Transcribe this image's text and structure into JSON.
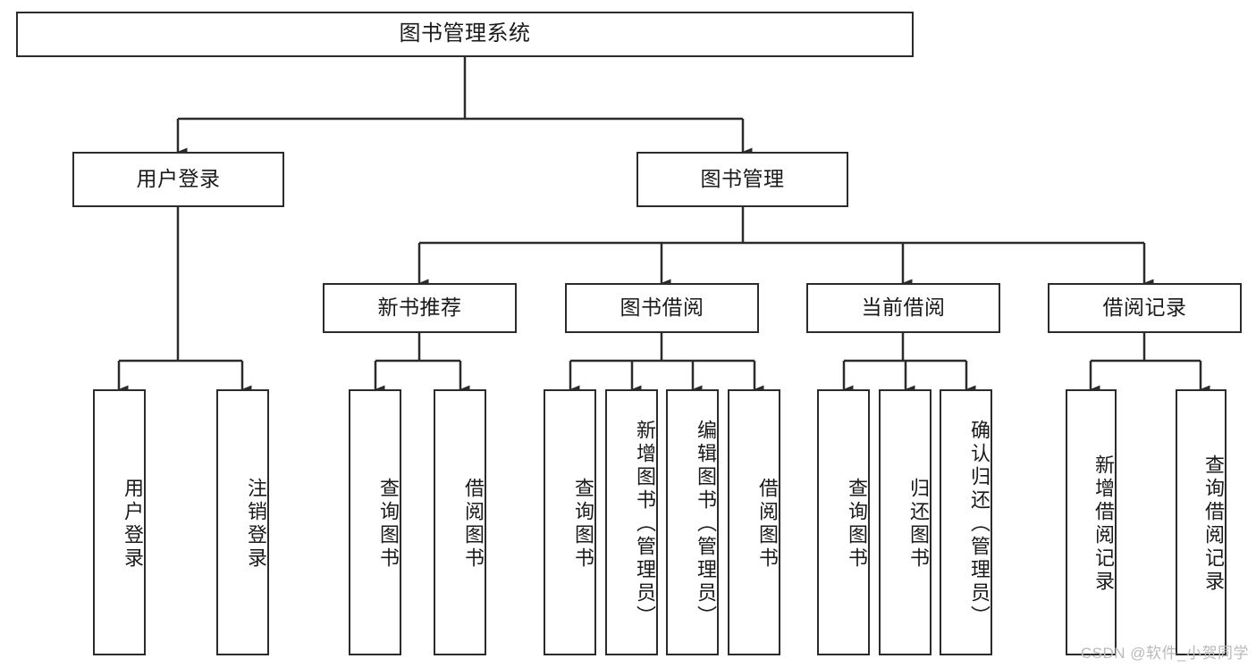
{
  "diagram": {
    "title": "图书管理系统",
    "type": "tree-hierarchy",
    "stroke_color": "#2b2b2b",
    "fill_color": "#ffffff",
    "text_color": "#1a1a1a"
  },
  "nodes": {
    "root": {
      "label": "图书管理系统",
      "level": 1,
      "orientation": "horizontal"
    },
    "l2": [
      {
        "label": "用户登录",
        "level": 2,
        "orientation": "horizontal"
      },
      {
        "label": "图书管理",
        "level": 2,
        "orientation": "horizontal"
      }
    ],
    "l3": [
      {
        "label": "新书推荐",
        "level": 3,
        "orientation": "horizontal"
      },
      {
        "label": "图书借阅",
        "level": 3,
        "orientation": "horizontal"
      },
      {
        "label": "当前借阅",
        "level": 3,
        "orientation": "horizontal"
      },
      {
        "label": "借阅记录",
        "level": 3,
        "orientation": "horizontal"
      }
    ],
    "leaves": {
      "user_login": [
        {
          "label": "用户登录",
          "orientation": "vertical"
        },
        {
          "label": "注销登录",
          "orientation": "vertical"
        }
      ],
      "new_book_recommend": [
        {
          "label": "查询图书",
          "orientation": "vertical"
        },
        {
          "label": "借阅图书",
          "orientation": "vertical"
        }
      ],
      "book_borrow": [
        {
          "label": "查询图书",
          "orientation": "vertical"
        },
        {
          "label": "新增图书（管理员）",
          "orientation": "vertical"
        },
        {
          "label": "编辑图书（管理员）",
          "orientation": "vertical"
        },
        {
          "label": "借阅图书",
          "orientation": "vertical"
        }
      ],
      "current_borrow": [
        {
          "label": "查询图书",
          "orientation": "vertical"
        },
        {
          "label": "归还图书",
          "orientation": "vertical"
        },
        {
          "label": "确认归还（管理员）",
          "orientation": "vertical"
        }
      ],
      "borrow_record": [
        {
          "label": "新增借阅记录",
          "orientation": "vertical"
        },
        {
          "label": "查询借阅记录",
          "orientation": "vertical"
        }
      ]
    }
  },
  "watermark": {
    "text": "CSDN @软件_小贺同学"
  }
}
